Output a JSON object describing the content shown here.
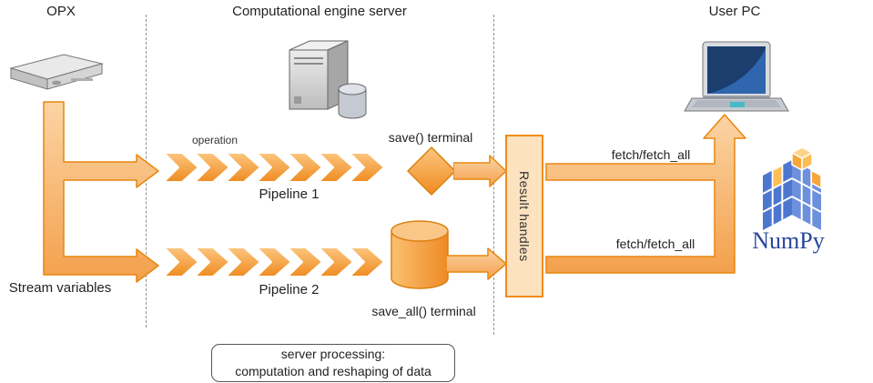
{
  "sections": {
    "opx": "OPX",
    "engine": "Computational engine server",
    "user_pc": "User PC"
  },
  "flow": {
    "stream_variables": "Stream variables",
    "operation": "operation",
    "pipeline1": "Pipeline 1",
    "pipeline2": "Pipeline 2",
    "save_terminal": "save() terminal",
    "save_all_terminal": "save_all() terminal",
    "result_handles": "Result handles",
    "fetch_top": "fetch/fetch_all",
    "fetch_bottom": "fetch/fetch_all",
    "numpy_wordmark": "NumPy"
  },
  "note": {
    "line1": "server processing:",
    "line2": "computation and reshaping of data"
  },
  "colors": {
    "pipeline_orange": "#EF8B20",
    "arrow_light_orange": "#F3A04C",
    "arrow_border": "#E8860D",
    "result_box_fill": "#FCE2BF",
    "numpy_cube_blue": "#4D77CF",
    "numpy_cube_orange": "#F7A63B",
    "numpy_text_blue": "#27479B",
    "laptop_screen_navy": "#1B3E6F"
  }
}
